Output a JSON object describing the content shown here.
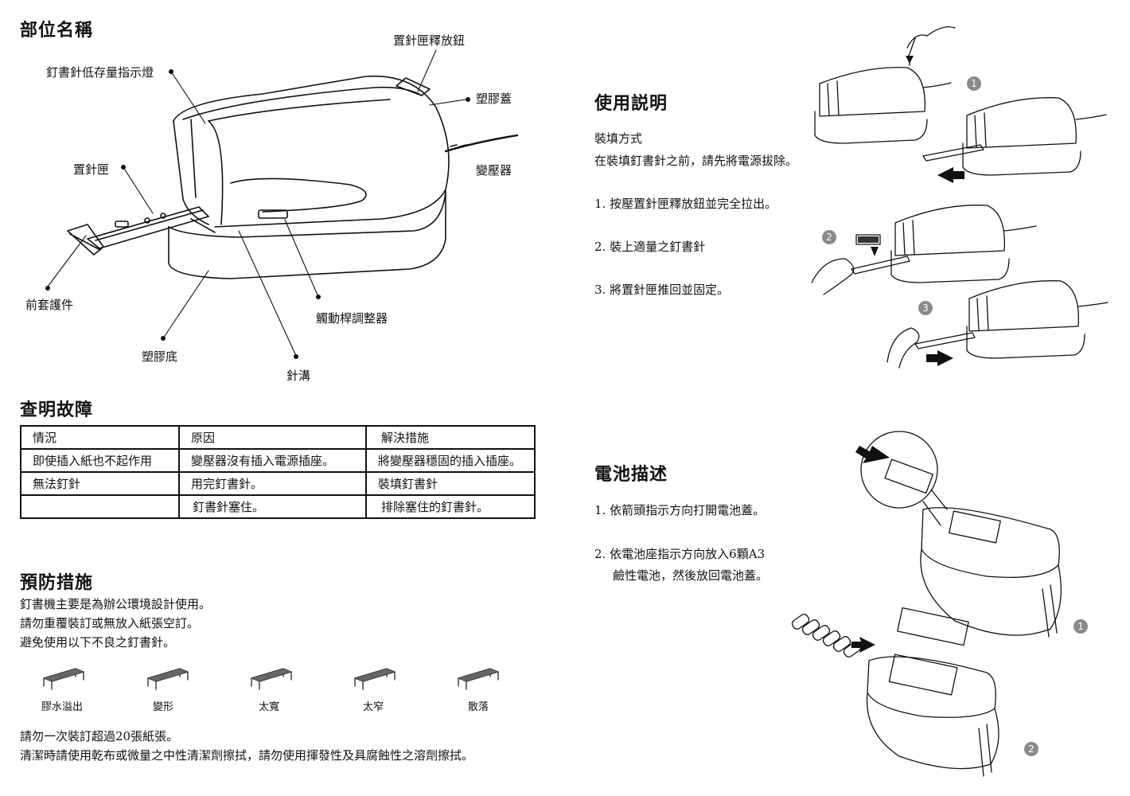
{
  "parts": {
    "title": "部位名稱",
    "labels": {
      "release_button": "置針匣釋放鈕",
      "low_indicator": "釘書針低存量指示燈",
      "plastic_cover": "塑膠蓋",
      "adapter": "變壓器",
      "cartridge": "置針匣",
      "front_guard": "前套護件",
      "plastic_base": "塑膠底",
      "trigger_adjuster": "觸動桿調整器",
      "staple_groove": "針溝"
    }
  },
  "troubleshoot": {
    "title": "查明故障",
    "headers": [
      "情況",
      "原因",
      "解決措施"
    ],
    "rows": [
      [
        "即使插入紙也不起作用",
        "變壓器沒有插入電源插座。",
        "將變壓器穩固的插入插座。"
      ],
      [
        "無法釘針",
        "用完釘書針。",
        "裝填釘書針"
      ],
      [
        "",
        "釘書針塞住。",
        "排除塞住的釘書針。"
      ]
    ]
  },
  "prevention": {
    "title": "預防措施",
    "lines": [
      "釘書機主要是為辦公環境設計使用。",
      "請勿重覆裝訂或無放入紙張空訂。",
      "避免使用以下不良之釘書針。"
    ],
    "staples": [
      "膠水溢出",
      "變形",
      "太寬",
      "太窄",
      "散落"
    ],
    "footer": [
      "請勿一次裝訂超過20張紙張。",
      "清潔時請使用乾布或微量之中性清潔劑擦拭，請勿使用揮發性及具腐蝕性之溶劑擦拭。"
    ]
  },
  "usage": {
    "title": "使用説明",
    "subtitle": "裝填方式",
    "intro": "在裝填釘書針之前，請先將電源拔除。",
    "steps": [
      "1. 按壓置針匣釋放鈕並完全拉出。",
      "2. 裝上適量之釘書針",
      "3. 將置針匣推回並固定。"
    ],
    "markers": [
      "1",
      "2",
      "3"
    ]
  },
  "battery": {
    "title": "電池描述",
    "steps": [
      "1. 依箭頭指示方向打開電池蓋。",
      "2. 依電池座指示方向放入6顆A3"
    ],
    "step2_cont": "鹼性電池，然後放回電池蓋。",
    "markers": [
      "1",
      "2"
    ]
  }
}
